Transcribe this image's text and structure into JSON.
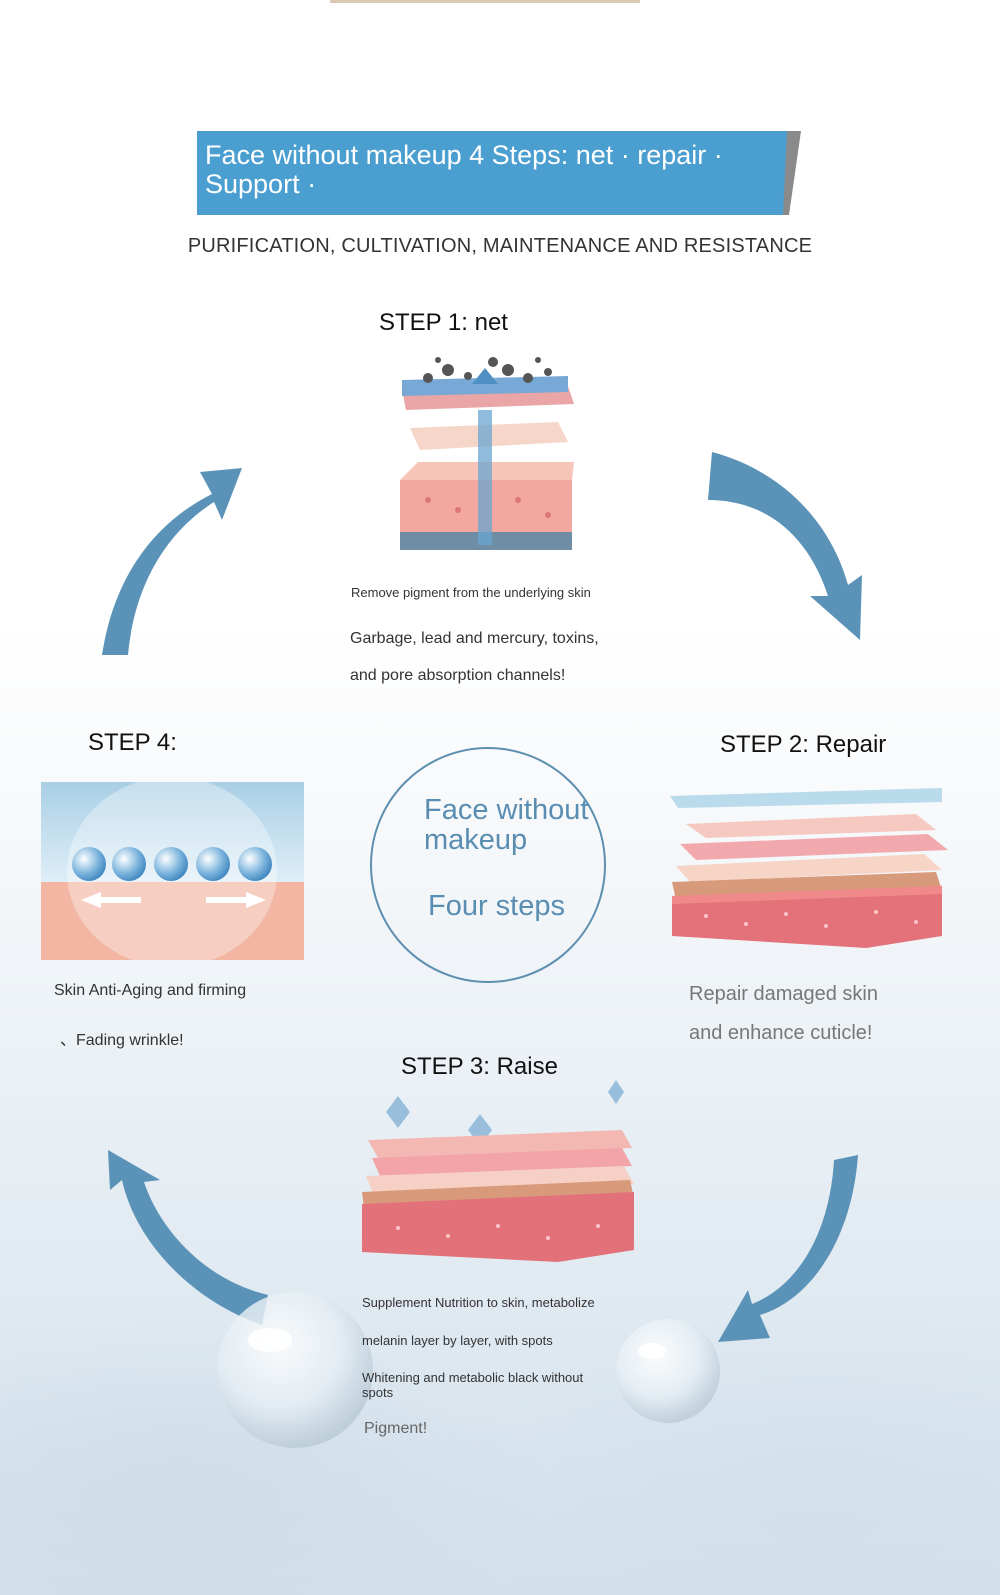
{
  "banner": {
    "title": "Face without makeup 4 Steps: net · repair · Support ·",
    "color": "#4a9ed0"
  },
  "subtitle": "PURIFICATION, CULTIVATION, MAINTENANCE AND RESISTANCE",
  "center": {
    "line1": "Face without",
    "line2": "makeup",
    "line3": "Four steps"
  },
  "step1": {
    "title": "STEP 1: net",
    "caption": "Remove pigment from the underlying skin",
    "line1": "Garbage, lead and mercury, toxins,",
    "line2": "and pore absorption channels!"
  },
  "step2": {
    "title": "STEP 2: Repair",
    "line1": "Repair damaged skin",
    "line2": "and enhance cuticle!"
  },
  "step3": {
    "title": "STEP 3: Raise",
    "line1": "Supplement Nutrition to skin, metabolize",
    "line2": "melanin layer by layer, with spots",
    "line3": "Whitening and metabolic black without spots",
    "line4": "Pigment!"
  },
  "step4": {
    "title": "STEP 4:",
    "line1": "Skin Anti-Aging and firming",
    "line2": "、Fading wrinkle!"
  },
  "colors": {
    "arrow": "#5b93b8",
    "circle": "#5d8fb0",
    "center_text": "#5a8db2"
  }
}
